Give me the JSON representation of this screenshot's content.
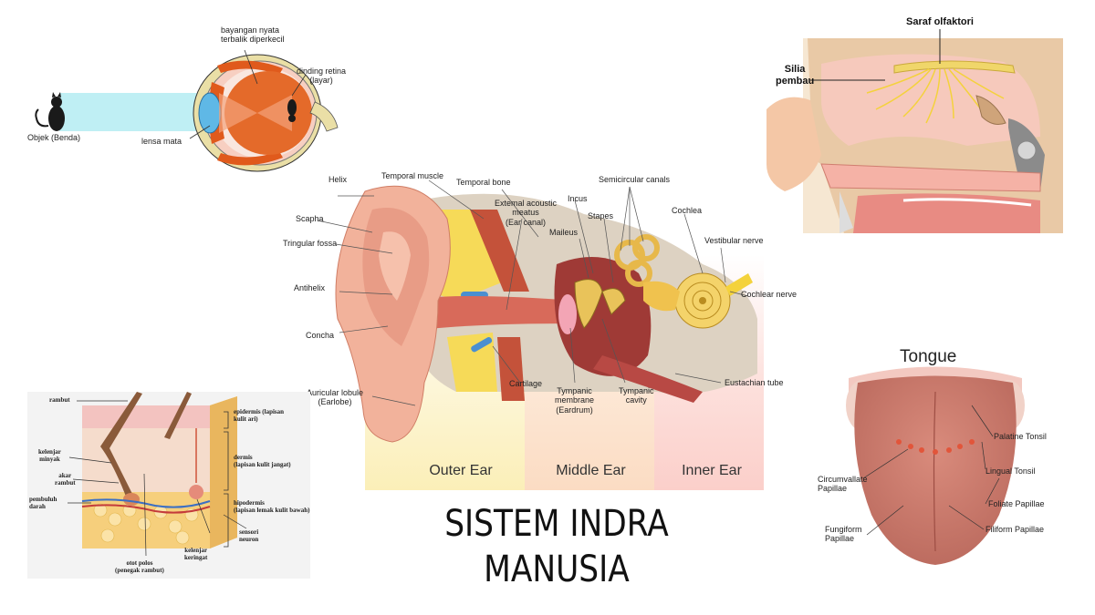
{
  "title_line1": "SISTEM INDRA",
  "title_line2": "MANUSIA",
  "eye": {
    "label_image": "bayangan nyata terbalik diperkecil",
    "label_image_l1": "bayangan nyata",
    "label_image_l2": "terbalik diperkecil",
    "label_retina_l1": "dinding retina",
    "label_retina_l2": "(layar)",
    "label_object": "Objek (Benda)",
    "label_lens": "lensa mata"
  },
  "nose": {
    "olfactory_nerve": "Saraf olfaktori",
    "cilia_l1": "Silia",
    "cilia_l2": "pembau"
  },
  "ear": {
    "helix": "Helix",
    "scapha": "Scapha",
    "triangular_fossa": "Tringular fossa",
    "antihelix": "Antihelix",
    "concha": "Concha",
    "lobule_l1": "Auricular lobule",
    "lobule_l2": "(Earlobe)",
    "temporal_muscle": "Temporal muscle",
    "temporal_bone": "Temporal bone",
    "canal_l1": "Extemal acoustic",
    "canal_l2": "meatus",
    "canal_l3": "(Ear canal)",
    "incus": "Incus",
    "stapes": "Stapes",
    "malleus": "Maileus",
    "semicircular": "Semicircular canals",
    "cochlea": "Cochlea",
    "vestibular": "Vestibular nerve",
    "cochlear_nerve": "Cochlear nerve",
    "cartilage": "Cartilage",
    "tympanic_membrane_l1": "Tympanic",
    "tympanic_membrane_l2": "membrane",
    "tympanic_membrane_l3": "(Eardrum)",
    "tympanic_cavity_l1": "Tympanic",
    "tympanic_cavity_l2": "cavity",
    "eustachian": "Eustachian tube",
    "zone_outer": "Outer Ear",
    "zone_middle": "Middle Ear",
    "zone_inner": "Inner Ear"
  },
  "skin": {
    "rambut_top": "rambut",
    "epidermis_l1": "epidermis (lapisan",
    "epidermis_l2": "kulit ari)",
    "kelenjar_minyak_l1": "kelenjar",
    "kelenjar_minyak_l2": "minyak",
    "dermis_l1": "dermis",
    "dermis_l2": "(lapisan kulit jangat)",
    "akar_l1": "akar",
    "akar_l2": "rambut",
    "pembuluh_l1": "pembuluh",
    "pembuluh_l2": "darah",
    "hipodermis_l1": "hipodermis",
    "hipodermis_l2": "(lapisan lemak kulit bawah)",
    "sensori_l1": "sensori",
    "sensori_l2": "neuron",
    "keringat_l1": "kelenjar",
    "keringat_l2": "keringat",
    "otot_l1": "otot polos",
    "otot_l2": "(penegak rambut)"
  },
  "tongue": {
    "title": "Tongue",
    "palatine": "Palatine Tonsil",
    "lingual": "Lingual Tonsil",
    "circumvallate_l1": "Circumvallate",
    "circumvallate_l2": "Papillae",
    "foliate": "Foliate Papillae",
    "filiform": "Filiform Papillae",
    "fungiform_l1": "Fungiform",
    "fungiform_l2": "Papillae"
  },
  "colors": {
    "eye_iris": "#e05a1c",
    "eye_beam": "#bfeff4",
    "ear_skin": "#f2b29b",
    "ear_canal": "#d86a5a",
    "zone_outer": "#fbf3c6",
    "zone_middle": "#fbe0cc",
    "zone_inner": "#fbd4d0",
    "tongue": "#c9796c",
    "nose_nerve": "#f4d23c",
    "skin_layers": "#f6cf7c"
  }
}
